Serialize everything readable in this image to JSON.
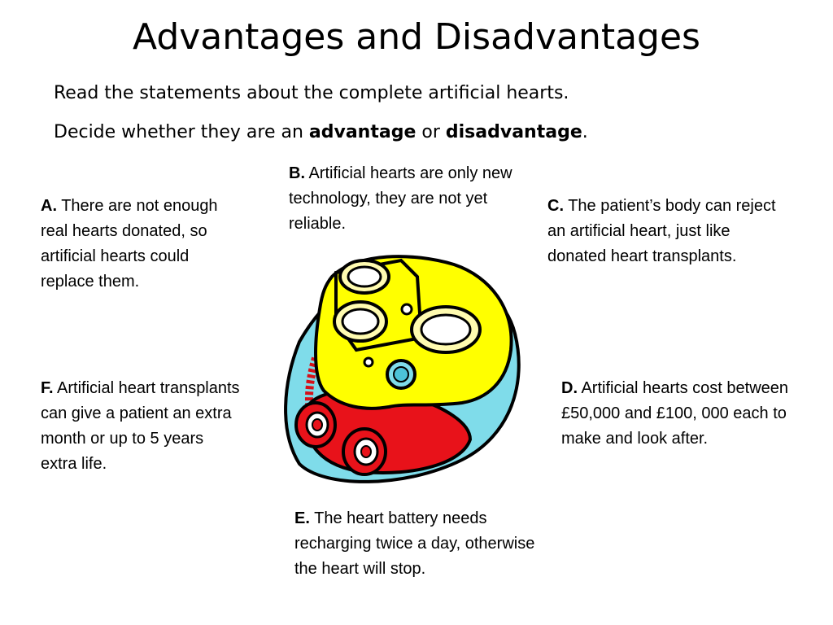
{
  "title": "Advantages and Disadvantages",
  "intro": {
    "line1": "Read the statements about the complete artificial hearts.",
    "line2_prefix": "Decide whether they are an ",
    "line2_word1": "advantage",
    "line2_mid": " or ",
    "line2_word2": "disadvantage",
    "line2_suffix": "."
  },
  "statements": {
    "a": {
      "letter": "A.",
      "text": " There are not enough real hearts donated, so artificial hearts could replace them."
    },
    "b": {
      "letter": "B.",
      "text": " Artificial hearts are only new technology, they are not yet reliable."
    },
    "c": {
      "letter": "C.",
      "text": " The patient’s body can reject an artificial heart, just like donated heart transplants."
    },
    "d": {
      "letter": "D.",
      "text": " Artificial hearts cost between £50,000 and £100, 000 each to make and look after."
    },
    "e": {
      "letter": "E.",
      "text": " The heart battery needs recharging twice a day, otherwise the heart will stop."
    },
    "f": {
      "letter": "F.",
      "text": " Artificial heart transplants can give a patient an extra month or up to 5 years extra life."
    }
  },
  "colors": {
    "heart_yellow": "#ffff00",
    "heart_red": "#e8121a",
    "heart_cyan": "#7fdcea",
    "outline": "#000000"
  },
  "icons": {
    "illustration": "artificial-heart-illustration"
  }
}
